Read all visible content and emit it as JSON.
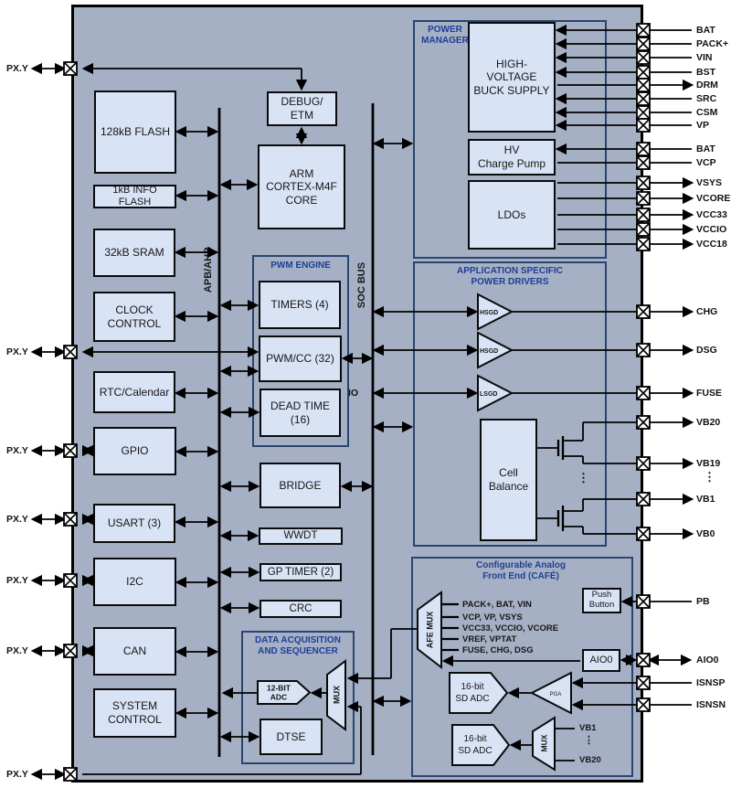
{
  "diagram": {
    "pins_left": [
      "PX.Y",
      "PX.Y",
      "PX.Y",
      "PX.Y",
      "PX.Y",
      "PX.Y",
      "PX.Y"
    ],
    "pins_right": [
      "BAT",
      "PACK+",
      "VIN",
      "BST",
      "DRM",
      "SRC",
      "CSM",
      "VP",
      "BAT",
      "VCP",
      "VSYS",
      "VCORE",
      "VCC33",
      "VCCIO",
      "VCC18",
      "CHG",
      "DSG",
      "FUSE",
      "VB20",
      "VB19",
      "VB1",
      "VB0",
      "PB",
      "AIO0",
      "ISNSP",
      "ISNSN"
    ],
    "ellipsis": "⋮",
    "buses": {
      "apb": "APB/AHB",
      "soc": "SOC BUS",
      "io": "IO"
    },
    "containers": {
      "power_manager": "POWER\nMANAGER",
      "app_drivers": "APPLICATION SPECIFIC\nPOWER DRIVERS",
      "pwm_engine": "PWM ENGINE",
      "daq": "DATA ACQUISITION\nAND SEQUENCER",
      "cafe": "Configurable Analog\nFront End (CAFÉ)"
    },
    "blocks": {
      "flash": "128kB FLASH",
      "info_flash": "1kB INFO\nFLASH",
      "sram": "32kB SRAM",
      "clock": "CLOCK\nCONTROL",
      "rtc": "RTC/Calendar",
      "gpio": "GPIO",
      "usart": "USART (3)",
      "i2c": "I2C",
      "can": "CAN",
      "system_control": "SYSTEM\nCONTROL",
      "debug": "DEBUG/\nETM",
      "core": "ARM\nCORTEX-M4F\nCORE",
      "timers": "TIMERS (4)",
      "pwm_cc": "PWM/CC (32)",
      "dead_time": "DEAD TIME\n(16)",
      "bridge": "BRIDGE",
      "wwdt": "WWDT",
      "gp_timer": "GP TIMER (2)",
      "crc": "CRC",
      "dtse": "DTSE",
      "hv_buck": "HIGH-\nVOLTAGE\nBUCK SUPPLY",
      "hv_charge_pump": "HV\nCharge Pump",
      "ldos": "LDOs",
      "cell_balance": "Cell\nBalance",
      "push_button": "Push\nButton",
      "aio0": "AIO0"
    },
    "analog": {
      "afe_mux": "AFE MUX",
      "mux": "MUX",
      "hsgd": "HSGD",
      "lsgd": "LSGD",
      "pga": "PGA",
      "adc12_l1": "12-BIT",
      "adc12_l2": "ADC",
      "sd_adc_l1": "16-bit",
      "sd_adc_l2": "SD ADC",
      "afe_signals": [
        "PACK+, BAT, VIN",
        "VCP, VP, VSYS",
        "VCC33, VCCIO, VCORE",
        "VREF, VPTAT",
        "FUSE, CHG, DSG"
      ],
      "cafe_mux_in_top": "VB1",
      "cafe_mux_in_bottom": "VB20"
    },
    "colors": {
      "chip_background": "#a6b0c4",
      "block_fill": "#d9e3f6",
      "container_border": "#2a4470",
      "title_blue": "#1e3e99",
      "line": "#000000"
    }
  }
}
